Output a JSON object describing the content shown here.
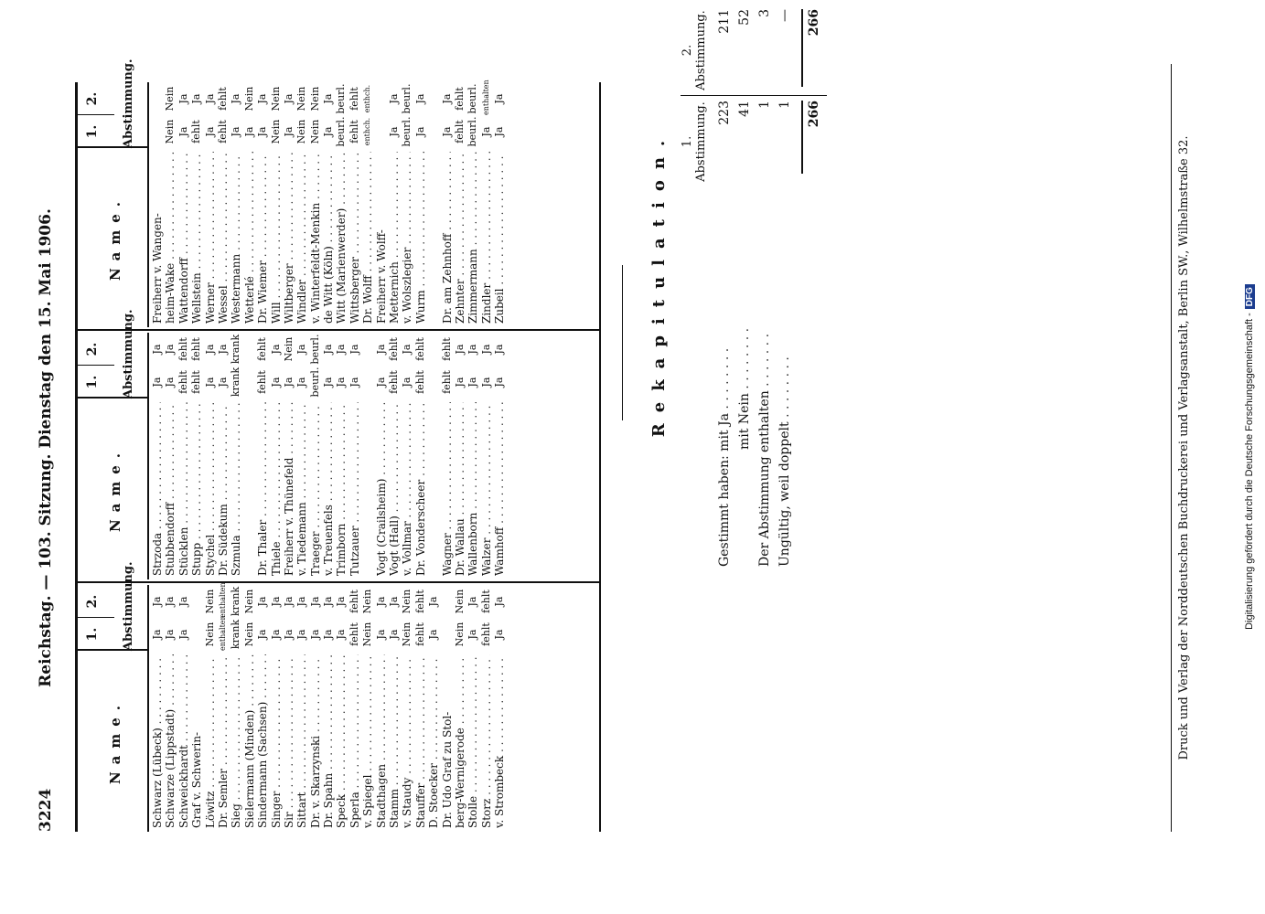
{
  "header": {
    "page_number": "3224",
    "title": "Reichstag. — 103. Sitzung. Dienstag den 15. Mai 1906."
  },
  "table_header": {
    "name": "Name.",
    "vote1": "1.",
    "vote2": "2.",
    "abstimmung": "Abstimmung."
  },
  "columns": [
    {
      "rows": [
        {
          "name": "Schwarz (Lübeck)",
          "v1": "Ja",
          "v2": "Ja"
        },
        {
          "name": "Schwarze (Lippstadt)",
          "v1": "Ja",
          "v2": "Ja"
        },
        {
          "name": "Schweickhardt",
          "v1": "Ja",
          "v2": "Ja"
        },
        {
          "name": "Graf v. Schwerin-",
          "v1": "",
          "v2": ""
        },
        {
          "name": "   Löwitz",
          "v1": "Nein",
          "v2": "Nein"
        },
        {
          "name": "Dr. Semler",
          "v1": "enthalten",
          "v2": "enthalten"
        },
        {
          "name": "Sieg",
          "v1": "krank",
          "v2": "krank"
        },
        {
          "name": "Sielermann (Minden)",
          "v1": "Nein",
          "v2": "Nein"
        },
        {
          "name": "Sindermann (Sachsen)",
          "v1": "Ja",
          "v2": "Ja"
        },
        {
          "name": "Singer",
          "v1": "Ja",
          "v2": "Ja"
        },
        {
          "name": "Sir",
          "v1": "Ja",
          "v2": "Ja"
        },
        {
          "name": "Sittart",
          "v1": "Ja",
          "v2": "Ja"
        },
        {
          "name": "Dr. v. Skarzynski",
          "v1": "Ja",
          "v2": "Ja"
        },
        {
          "name": "Dr. Spahn",
          "v1": "Ja",
          "v2": "Ja"
        },
        {
          "name": "Speck",
          "v1": "Ja",
          "v2": "Ja"
        },
        {
          "name": "Sperla",
          "v1": "fehlt",
          "v2": "fehlt"
        },
        {
          "name": "v. Spiegel",
          "v1": "Nein",
          "v2": "Nein"
        },
        {
          "name": "Stadthagen",
          "v1": "Ja",
          "v2": "Ja"
        },
        {
          "name": "Stamm",
          "v1": "Ja",
          "v2": "Ja"
        },
        {
          "name": "v. Staudy",
          "v1": "Nein",
          "v2": "Nein"
        },
        {
          "name": "Stauffer",
          "v1": "fehlt",
          "v2": "fehlt"
        },
        {
          "name": "D. Stoecker",
          "v1": "Ja",
          "v2": "Ja"
        },
        {
          "name": "Dr. Udo Graf zu Stol-",
          "v1": "",
          "v2": ""
        },
        {
          "name": "   berg-Wernigerode",
          "v1": "Nein",
          "v2": "Nein"
        },
        {
          "name": "Stolle",
          "v1": "Ja",
          "v2": "Ja"
        },
        {
          "name": "Storz",
          "v1": "fehlt",
          "v2": "fehlt"
        },
        {
          "name": "v. Strombeck",
          "v1": "Ja",
          "v2": "Ja"
        }
      ]
    },
    {
      "rows": [
        {
          "name": "Strzoda",
          "v1": "Ja",
          "v2": "Ja"
        },
        {
          "name": "Stubbendorff",
          "v1": "Ja",
          "v2": "Ja"
        },
        {
          "name": "Stücklen",
          "v1": "fehlt",
          "v2": "fehlt"
        },
        {
          "name": "Stupp",
          "v1": "fehlt",
          "v2": "fehlt"
        },
        {
          "name": "Stychel",
          "v1": "Ja",
          "v2": "Ja"
        },
        {
          "name": "Dr. Südekum",
          "v1": "Ja",
          "v2": "Ja"
        },
        {
          "name": "Szmula",
          "v1": "krank",
          "v2": "krank"
        },
        {
          "name": "",
          "v1": "",
          "v2": "",
          "gap": true
        },
        {
          "name": "Dr. Thaler",
          "v1": "fehlt",
          "v2": "fehlt"
        },
        {
          "name": "Thiele",
          "v1": "Ja",
          "v2": "Ja"
        },
        {
          "name": "Freiherr v. Thünefeld",
          "v1": "Ja",
          "v2": "Nein"
        },
        {
          "name": "v. Tiedemann",
          "v1": "Ja",
          "v2": "Ja"
        },
        {
          "name": "Traeger",
          "v1": "beurl.",
          "v2": "beurl."
        },
        {
          "name": "v. Treuenfels",
          "v1": "Ja",
          "v2": "Ja"
        },
        {
          "name": "Trimborn",
          "v1": "Ja",
          "v2": "Ja"
        },
        {
          "name": "Tutzauer",
          "v1": "Ja",
          "v2": "Ja"
        },
        {
          "name": "",
          "v1": "",
          "v2": "",
          "gap": true
        },
        {
          "name": "Vogt (Crailsheim)",
          "v1": "Ja",
          "v2": "Ja"
        },
        {
          "name": "Vogt (Hall)",
          "v1": "fehlt",
          "v2": "fehlt"
        },
        {
          "name": "v. Vollmar",
          "v1": "Ja",
          "v2": "Ja"
        },
        {
          "name": "Dr. Vonderscheer",
          "v1": "fehlt",
          "v2": "fehlt"
        },
        {
          "name": "",
          "v1": "",
          "v2": "",
          "gap": true
        },
        {
          "name": "Wagner",
          "v1": "fehlt",
          "v2": "fehlt"
        },
        {
          "name": "Dr. Wallau",
          "v1": "Ja",
          "v2": "Ja"
        },
        {
          "name": "Wallenborn",
          "v1": "Ja",
          "v2": "Ja"
        },
        {
          "name": "Walzer",
          "v1": "Ja",
          "v2": "Ja"
        },
        {
          "name": "Wamhoff",
          "v1": "Ja",
          "v2": "Ja"
        }
      ]
    },
    {
      "rows": [
        {
          "name": "Freiherr v. Wangen-",
          "v1": "",
          "v2": ""
        },
        {
          "name": "   heim-Wake",
          "v1": "Nein",
          "v2": "Nein"
        },
        {
          "name": "Wattendorff",
          "v1": "Ja",
          "v2": "Ja"
        },
        {
          "name": "Wellstein",
          "v1": "fehlt",
          "v2": "Ja"
        },
        {
          "name": "Werner",
          "v1": "Ja",
          "v2": "Ja"
        },
        {
          "name": "Wessel",
          "v1": "fehlt",
          "v2": "fehlt"
        },
        {
          "name": "Westermann",
          "v1": "Ja",
          "v2": "Ja"
        },
        {
          "name": "Wetterlé",
          "v1": "Ja",
          "v2": "Nein"
        },
        {
          "name": "Dr. Wiemer",
          "v1": "Ja",
          "v2": "Ja"
        },
        {
          "name": "Will",
          "v1": "Nein",
          "v2": "Nein"
        },
        {
          "name": "Wiltberger",
          "v1": "Ja",
          "v2": "Ja"
        },
        {
          "name": "Windler",
          "v1": "Nein",
          "v2": "Nein"
        },
        {
          "name": "v. Winterfeldt-Menkin",
          "v1": "Nein",
          "v2": "Nein"
        },
        {
          "name": "de Witt (Köln)",
          "v1": "Ja",
          "v2": "Ja"
        },
        {
          "name": "Witt (Marienwerder)",
          "v1": "beurl.",
          "v2": "beurl."
        },
        {
          "name": "Wittsberger",
          "v1": "fehlt",
          "v2": "fehlt"
        },
        {
          "name": "Dr. Wolff",
          "v1": "enthch.",
          "v2": "enthch."
        },
        {
          "name": "Freiherr v. Wolff-",
          "v1": "",
          "v2": ""
        },
        {
          "name": "   Metternich",
          "v1": "Ja",
          "v2": "Ja"
        },
        {
          "name": "v. Wolszlegier",
          "v1": "beurl.",
          "v2": "beurl."
        },
        {
          "name": "Wurm",
          "v1": "Ja",
          "v2": "Ja"
        },
        {
          "name": "",
          "v1": "",
          "v2": "",
          "gap": true
        },
        {
          "name": "Dr. am Zehnhoff",
          "v1": "Ja",
          "v2": "Ja"
        },
        {
          "name": "Zehnter",
          "v1": "fehlt",
          "v2": "fehlt"
        },
        {
          "name": "Zimmermann",
          "v1": "beurl.",
          "v2": "beurl."
        },
        {
          "name": "Zindler",
          "v1": "Ja",
          "v2": "enthalten"
        },
        {
          "name": "Zubeil",
          "v1": "Ja",
          "v2": "Ja"
        }
      ]
    }
  ],
  "recap": {
    "title": "Rekapitulation.",
    "head1": "1. Abstimmung.",
    "head2": "2. Abstimmung.",
    "rows": [
      {
        "label": "Gestimmt haben: mit Ja",
        "v1": "223",
        "v2": "211"
      },
      {
        "label": "mit Nein",
        "v1": "41",
        "v2": "52"
      },
      {
        "label": "Der Abstimmung enthalten",
        "v1": "1",
        "v2": "3"
      },
      {
        "label": "Ungültig, weil doppelt",
        "v1": "1",
        "v2": "—"
      }
    ],
    "total1": "266",
    "total2": "266"
  },
  "imprint": "Druck und Verlag der Norddeutschen Buchdruckerei und Verlagsanstalt, Berlin SW., Wilhelmstraße 32.",
  "digitization_note": "Digitalisierung gefördert durch die Deutsche Forschungsgemeinschaft -",
  "digitization_badge": "DFG"
}
